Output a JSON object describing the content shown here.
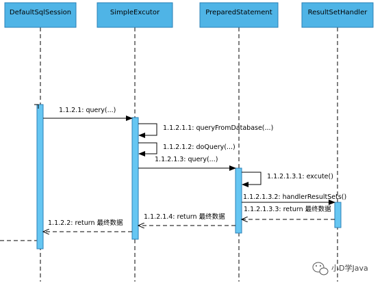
{
  "colors": {
    "participant_fill": "#4fb4e6",
    "participant_stroke": "#2a7fb5",
    "activation_fill": "#66c6f2",
    "line": "#000000"
  },
  "participants": [
    {
      "name": "DefaultSqlSession"
    },
    {
      "name": "SimpleExcutor"
    },
    {
      "name": "PreparedStatement"
    },
    {
      "name": "ResultSetHandler"
    }
  ],
  "messages": [
    {
      "label": "1.1.2.1: query(...)",
      "type": "call"
    },
    {
      "label": "1.1.2.1.1: queryFromDatabase(...)",
      "type": "self"
    },
    {
      "label": "1.1.2.1.2: doQuery(...)",
      "type": "self"
    },
    {
      "label": "1.1.2.1.3: query(...)",
      "type": "call"
    },
    {
      "label": "1.1.2.1.3.1: excute()",
      "type": "self"
    },
    {
      "label": "1.1.2.1.3.2: handlerResultSets()",
      "type": "call"
    },
    {
      "label": "1.1.2.1.3.3: return 最终数据",
      "type": "return"
    },
    {
      "label": "1.1.2.1.4: return 最终数据",
      "type": "return"
    },
    {
      "label": "1.1.2.2: return 最终数据",
      "type": "return"
    }
  ],
  "watermark": {
    "text": "小D学Java",
    "icon": "wechat-icon"
  }
}
